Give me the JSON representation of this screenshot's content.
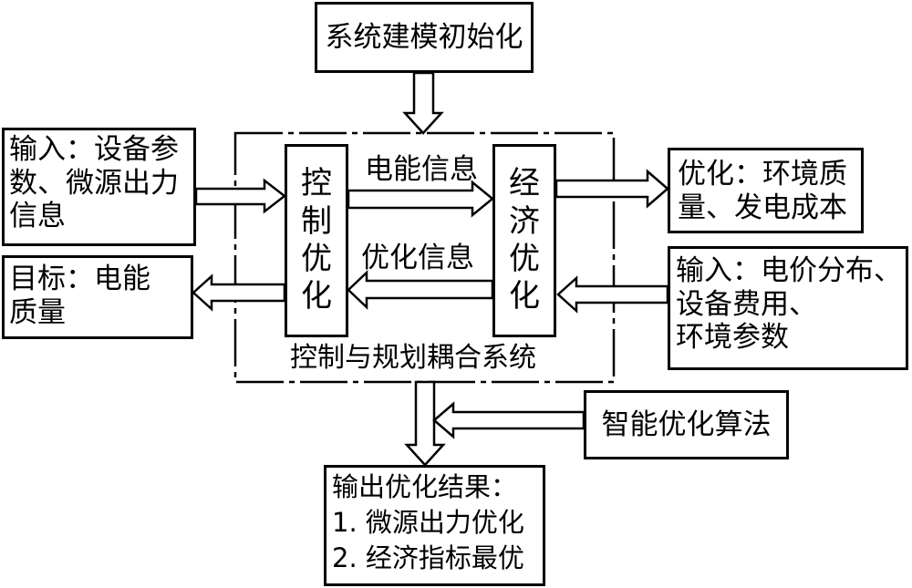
{
  "init_box": {
    "text": "系统建模初始化"
  },
  "input_left": {
    "line1": "输入：设备参",
    "line2": "数、微源出力",
    "line3": "信息"
  },
  "goal_left": {
    "line1": "目标：电能",
    "line2": "质量"
  },
  "control_box": {
    "chars": [
      "控",
      "制",
      "优",
      "化"
    ]
  },
  "economic_box": {
    "chars": [
      "经",
      "济",
      "优",
      "化"
    ]
  },
  "arrow_labels": {
    "power_info": "电能信息",
    "opt_info": "优化信息"
  },
  "coupled_system": {
    "label": "控制与规划耦合系统"
  },
  "optimize_right": {
    "line1": "优化：环境质",
    "line2": "量、发电成本"
  },
  "input_right": {
    "line1": "输入：电价分布、",
    "line2": "设备费用、",
    "line3": "环境参数"
  },
  "algorithm_box": {
    "text": "智能优化算法"
  },
  "output_box": {
    "line1": "输出优化结果：",
    "line2": "1. 微源出力优化",
    "line3": "2. 经济指标最优"
  }
}
